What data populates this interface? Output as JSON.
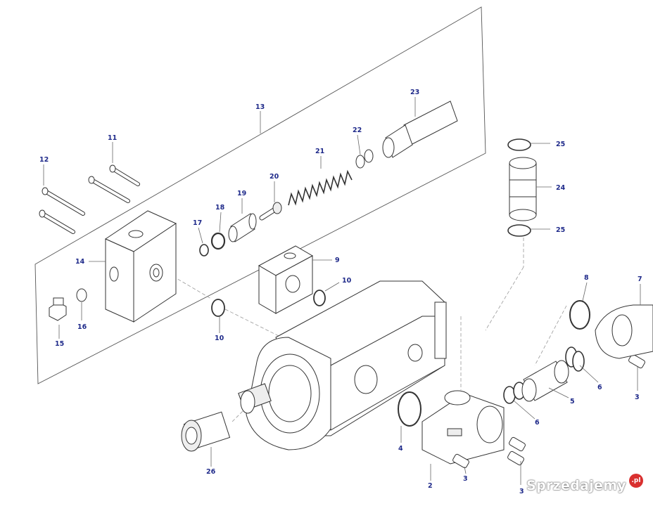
{
  "labels": {
    "l2": "2",
    "l3a": "3",
    "l3b": "3",
    "l3c": "3",
    "l4": "4",
    "l5": "5",
    "l6a": "6",
    "l6b": "6",
    "l7": "7",
    "l8": "8",
    "l9": "9",
    "l10a": "10",
    "l10b": "10",
    "l11": "11",
    "l12": "12",
    "l13": "13",
    "l14": "14",
    "l15": "15",
    "l16": "16",
    "l17": "17",
    "l18": "18",
    "l19": "19",
    "l20": "20",
    "l21": "21",
    "l22": "22",
    "l23": "23",
    "l24": "24",
    "l25a": "25",
    "l25b": "25",
    "l26": "26"
  },
  "watermark": {
    "text": "Sprzedajemy",
    "badge": ".pl"
  },
  "colors": {
    "label": "#1f2a8a",
    "line": "#333333",
    "watermark_badge": "#d9302f"
  }
}
